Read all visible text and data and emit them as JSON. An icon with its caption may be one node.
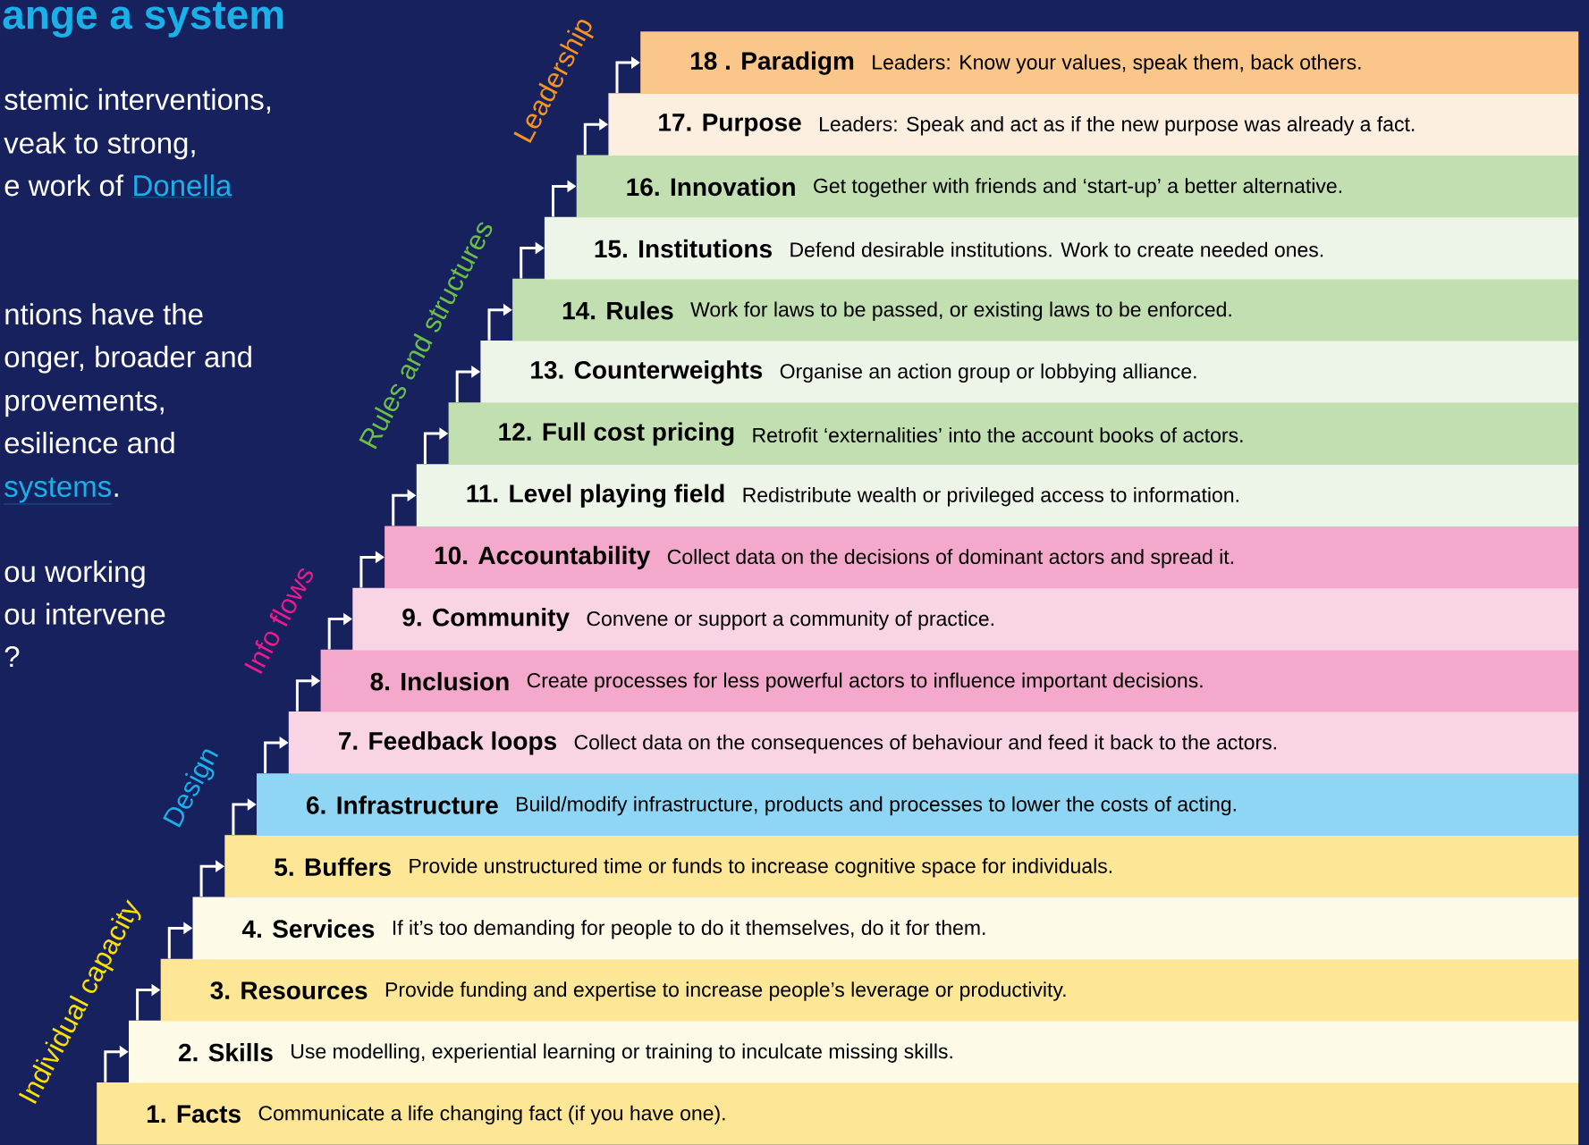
{
  "diagram": {
    "title": "ange a system",
    "nodes": [
      {
        "text": [
          "1. Facts",
          "Communicate a life changing fact (if you have one)."
        ]
      },
      {
        "text": [
          "2. Skills",
          "Use modelling, experiential learning or training to inculcate missing skills."
        ]
      },
      {
        "text": [
          "3. Resources",
          "Provide funding and expertise to increase people’s leverage or productivity."
        ]
      },
      {
        "text": [
          "4. Services",
          "If it’s too demanding for people to do it themselves, do it for them."
        ]
      },
      {
        "text": [
          "5. Buffers",
          "Provide unstructured time or funds to increase cognitive space for individuals."
        ]
      },
      {
        "text": [
          "6. Infrastructure",
          "Build/modify infrastructure, products and processes to lower the costs of acting."
        ]
      },
      {
        "text": [
          "7. Feedback loops",
          "Collect data on the consequences of behaviour and feed it back to the actors."
        ]
      },
      {
        "text": [
          "8.  Inclusion",
          "Create processes for less powerful actors to influence important decisions."
        ]
      },
      {
        "text": [
          "9. Community",
          "Convene or support a community of practice."
        ]
      },
      {
        "text": [
          "10. Accountability",
          "Collect data on the decisions of dominant actors and spread it."
        ]
      },
      {
        "text": [
          "11. Level playing field",
          "Redistribute wealth or privileged access to information."
        ]
      },
      {
        "text": [
          "12. Full cost pricing",
          "Retrofit ‘externalities’ into the account books of actors."
        ]
      },
      {
        "text": [
          "13. Counterweights",
          "Organise an action group or lobbying alliance."
        ]
      },
      {
        "text": [
          "14. Rules",
          "Work for laws to be passed, or existing laws to be enforced."
        ]
      },
      {
        "text": [
          "15. Institutions",
          "Defend desirable institutions. Work to create needed ones."
        ]
      },
      {
        "text": [
          "16. Innovation",
          "Get together with friends and ‘start-up’ a better alternative."
        ]
      },
      {
        "text": [
          "17. Purpose",
          "Leaders: Speak and act as if the new purpose was already a fact."
        ]
      },
      {
        "text": [
          "18 . Paradigm",
          "Leaders: Know your values, speak them, back others."
        ]
      }
    ],
    "edges": [
      {
        "from": 0,
        "to": 1,
        "arrow": "to"
      },
      {
        "from": 1,
        "to": 2,
        "arrow": "to"
      },
      {
        "from": 2,
        "to": 3,
        "arrow": "to"
      },
      {
        "from": 3,
        "to": 4,
        "arrow": "to"
      },
      {
        "from": 4,
        "to": 5,
        "arrow": "to"
      },
      {
        "from": 5,
        "to": 6,
        "arrow": "to"
      },
      {
        "from": 6,
        "to": 7,
        "arrow": "to"
      },
      {
        "from": 7,
        "to": 8,
        "arrow": "to"
      },
      {
        "from": 8,
        "to": 9,
        "arrow": "to"
      },
      {
        "from": 9,
        "to": 10,
        "arrow": "to"
      },
      {
        "from": 10,
        "to": 11,
        "arrow": "to"
      },
      {
        "from": 11,
        "to": 12,
        "arrow": "to"
      },
      {
        "from": 12,
        "to": 13,
        "arrow": "to"
      },
      {
        "from": 13,
        "to": 14,
        "arrow": "to"
      },
      {
        "from": 14,
        "to": 15,
        "arrow": "to"
      },
      {
        "from": 15,
        "to": 16,
        "arrow": "to"
      },
      {
        "from": 16,
        "to": 17,
        "arrow": "to"
      }
    ],
    "labels": [
      "stemic interventions,",
      "veak to strong,",
      "e work of",
      "Donella",
      "ntions have the",
      "onger, broader and",
      "provements,",
      "esilience and",
      "systems",
      ".",
      "ou working",
      "ou intervene",
      "?",
      "Leadership",
      "Rules and structures",
      "Info flows",
      "Design",
      "Individual capacity"
    ]
  }
}
